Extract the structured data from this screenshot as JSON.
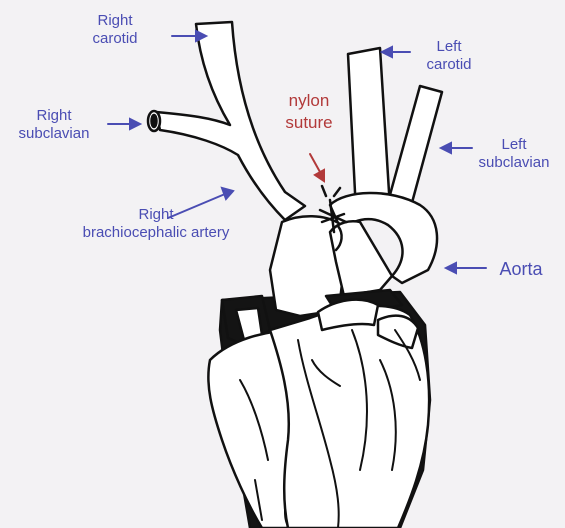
{
  "labels": {
    "right_carotid": [
      "Right",
      "carotid"
    ],
    "right_subclavian": [
      "Right",
      "subclavian"
    ],
    "right_brachiocephalic": [
      "Right",
      "brachiocephalic artery"
    ],
    "nylon_suture": [
      "nylon",
      "suture"
    ],
    "left_carotid": [
      "Left",
      "carotid"
    ],
    "left_subclavian": [
      "Left",
      "subclavian"
    ],
    "aorta": "Aorta"
  },
  "colors": {
    "label": "#4a4db3",
    "suture_label": "#b23a3a",
    "outline": "#111111",
    "fill": "#ffffff",
    "background": "#f3f2f4"
  }
}
